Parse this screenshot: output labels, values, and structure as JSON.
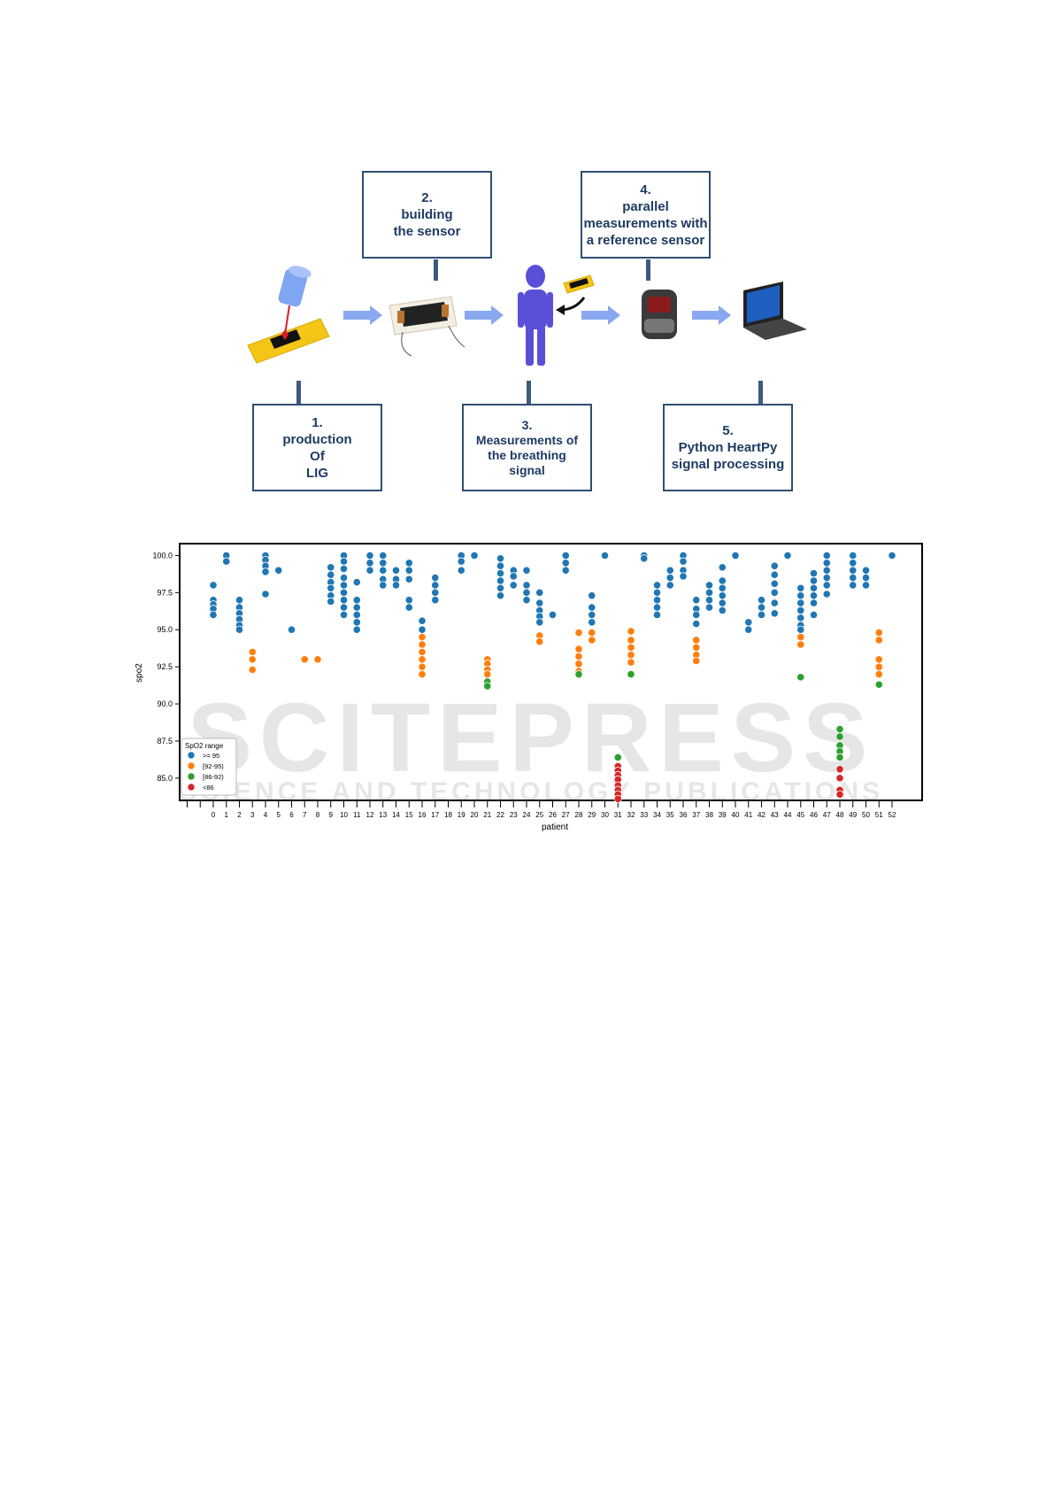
{
  "figure": {
    "steps": [
      {
        "lines": [
          "1.",
          "production",
          "Of",
          "LIG"
        ]
      },
      {
        "lines": [
          "2.",
          "building",
          "the sensor"
        ]
      },
      {
        "lines": [
          "3.",
          "Measurements of",
          "the breathing",
          "signal"
        ]
      },
      {
        "lines": [
          "4.",
          "parallel",
          "measurements with",
          "a reference sensor"
        ]
      },
      {
        "lines": [
          "5.",
          "Python HeartPy",
          "signal processing"
        ]
      }
    ]
  },
  "watermark": {
    "text": "SCITEPRESS",
    "subtext": "SCIENCE AND TECHNOLOGY PUBLICATIONS"
  },
  "chart_data": {
    "type": "scatter",
    "xlabel": "patient",
    "ylabel": "spo2",
    "ylim": [
      83.5,
      100.8
    ],
    "yticks": [
      "100.0",
      "97.5",
      "95.0",
      "92.5",
      "90.0",
      "87.5",
      "85.0"
    ],
    "ytick_values": [
      100,
      97.5,
      95,
      92.5,
      90,
      87.5,
      85
    ],
    "categories": [
      "0",
      "1",
      "2",
      "3",
      "4",
      "5",
      "6",
      "7",
      "8",
      "9",
      "10",
      "11",
      "12",
      "13",
      "14",
      "15",
      "16",
      "17",
      "18",
      "19",
      "20",
      "21",
      "22",
      "23",
      "24",
      "25",
      "26",
      "27",
      "28",
      "29",
      "30",
      "31",
      "32",
      "33",
      "34",
      "35",
      "36",
      "37",
      "38",
      "39",
      "40",
      "41",
      "42",
      "43",
      "44",
      "45",
      "46",
      "47",
      "48",
      "49",
      "50",
      "51",
      "52"
    ],
    "legend": {
      "title": "SpO2 range",
      "placement": "lower-left",
      "entries": [
        {
          "label": ">= 95",
          "color": "#1f77b4"
        },
        {
          "label": "[92-95)",
          "color": "#ff7f0e"
        },
        {
          "label": "[86-92)",
          "color": "#2ca02c"
        },
        {
          "label": "<86",
          "color": "#d62728"
        }
      ]
    },
    "series": [
      {
        "name": ">= 95",
        "color": "#1f77b4",
        "points": [
          [
            0,
            98
          ],
          [
            0,
            97
          ],
          [
            0,
            96.7
          ],
          [
            0,
            96.4
          ],
          [
            0,
            96
          ],
          [
            1,
            100
          ],
          [
            1,
            99.6
          ],
          [
            2,
            97
          ],
          [
            2,
            96.5
          ],
          [
            2,
            96.1
          ],
          [
            2,
            95.7
          ],
          [
            2,
            95.3
          ],
          [
            2,
            95
          ],
          [
            4,
            100
          ],
          [
            4,
            99.7
          ],
          [
            4,
            99.3
          ],
          [
            4,
            98.9
          ],
          [
            4,
            97.4
          ],
          [
            5,
            99
          ],
          [
            6,
            95
          ],
          [
            9,
            99.2
          ],
          [
            9,
            98.7
          ],
          [
            9,
            98.2
          ],
          [
            9,
            97.8
          ],
          [
            9,
            97.3
          ],
          [
            9,
            96.9
          ],
          [
            10,
            100
          ],
          [
            10,
            99.6
          ],
          [
            10,
            99.1
          ],
          [
            10,
            98.5
          ],
          [
            10,
            98
          ],
          [
            10,
            97.5
          ],
          [
            10,
            97
          ],
          [
            10,
            96.5
          ],
          [
            10,
            96
          ],
          [
            11,
            98.2
          ],
          [
            11,
            97
          ],
          [
            11,
            96.5
          ],
          [
            11,
            96
          ],
          [
            11,
            95.5
          ],
          [
            11,
            95
          ],
          [
            12,
            100
          ],
          [
            12,
            99.5
          ],
          [
            12,
            99
          ],
          [
            13,
            100
          ],
          [
            13,
            99.5
          ],
          [
            13,
            99
          ],
          [
            13,
            98.4
          ],
          [
            13,
            98
          ],
          [
            14,
            99
          ],
          [
            14,
            98.4
          ],
          [
            14,
            98
          ],
          [
            15,
            99.5
          ],
          [
            15,
            99
          ],
          [
            15,
            98.4
          ],
          [
            15,
            97
          ],
          [
            15,
            96.5
          ],
          [
            16,
            95.6
          ],
          [
            16,
            95
          ],
          [
            17,
            98.5
          ],
          [
            17,
            98
          ],
          [
            17,
            97.5
          ],
          [
            17,
            97
          ],
          [
            19,
            100
          ],
          [
            19,
            99.6
          ],
          [
            19,
            99
          ],
          [
            20,
            100
          ],
          [
            22,
            99.8
          ],
          [
            22,
            99.3
          ],
          [
            22,
            98.8
          ],
          [
            22,
            98.3
          ],
          [
            22,
            97.8
          ],
          [
            22,
            97.3
          ],
          [
            23,
            99
          ],
          [
            23,
            98.6
          ],
          [
            23,
            98
          ],
          [
            24,
            99
          ],
          [
            24,
            98
          ],
          [
            24,
            97.5
          ],
          [
            24,
            97
          ],
          [
            25,
            97.5
          ],
          [
            25,
            96.8
          ],
          [
            25,
            96.3
          ],
          [
            25,
            95.9
          ],
          [
            25,
            95.5
          ],
          [
            26,
            96
          ],
          [
            27,
            100
          ],
          [
            27,
            99.5
          ],
          [
            27,
            99
          ],
          [
            29,
            97.3
          ],
          [
            29,
            96.5
          ],
          [
            29,
            96
          ],
          [
            29,
            95.5
          ],
          [
            30,
            100
          ],
          [
            33,
            100
          ],
          [
            33,
            99.8
          ],
          [
            34,
            98
          ],
          [
            34,
            97.5
          ],
          [
            34,
            97
          ],
          [
            34,
            96.5
          ],
          [
            34,
            96
          ],
          [
            35,
            99
          ],
          [
            35,
            98.5
          ],
          [
            35,
            98
          ],
          [
            36,
            100
          ],
          [
            36,
            99.6
          ],
          [
            36,
            99
          ],
          [
            36,
            98.6
          ],
          [
            37,
            97
          ],
          [
            37,
            96.4
          ],
          [
            37,
            96
          ],
          [
            37,
            95.4
          ],
          [
            38,
            98
          ],
          [
            38,
            97.5
          ],
          [
            38,
            97
          ],
          [
            38,
            96.5
          ],
          [
            39,
            99.2
          ],
          [
            39,
            98.3
          ],
          [
            39,
            97.8
          ],
          [
            39,
            97.3
          ],
          [
            39,
            96.8
          ],
          [
            39,
            96.3
          ],
          [
            40,
            100
          ],
          [
            41,
            95.5
          ],
          [
            41,
            95
          ],
          [
            42,
            97
          ],
          [
            42,
            96.5
          ],
          [
            42,
            96
          ],
          [
            43,
            99.3
          ],
          [
            43,
            98.7
          ],
          [
            43,
            98.1
          ],
          [
            43,
            97.5
          ],
          [
            43,
            96.8
          ],
          [
            43,
            96.1
          ],
          [
            44,
            100
          ],
          [
            45,
            97.8
          ],
          [
            45,
            97.3
          ],
          [
            45,
            96.8
          ],
          [
            45,
            96.3
          ],
          [
            45,
            95.8
          ],
          [
            45,
            95.3
          ],
          [
            45,
            95
          ],
          [
            46,
            98.8
          ],
          [
            46,
            98.3
          ],
          [
            46,
            97.8
          ],
          [
            46,
            97.3
          ],
          [
            46,
            96.8
          ],
          [
            46,
            96
          ],
          [
            47,
            100
          ],
          [
            47,
            99.5
          ],
          [
            47,
            99
          ],
          [
            47,
            98.5
          ],
          [
            47,
            98
          ],
          [
            47,
            97.4
          ],
          [
            49,
            100
          ],
          [
            49,
            99.5
          ],
          [
            49,
            99
          ],
          [
            49,
            98.5
          ],
          [
            49,
            98
          ],
          [
            50,
            99
          ],
          [
            50,
            98.5
          ],
          [
            50,
            98
          ],
          [
            52,
            100
          ]
        ]
      },
      {
        "name": "[92-95)",
        "color": "#ff7f0e",
        "points": [
          [
            3,
            93.5
          ],
          [
            3,
            93
          ],
          [
            3,
            92.3
          ],
          [
            7,
            93
          ],
          [
            8,
            93
          ],
          [
            16,
            94.5
          ],
          [
            16,
            94
          ],
          [
            16,
            93.5
          ],
          [
            16,
            93
          ],
          [
            16,
            92.5
          ],
          [
            16,
            92
          ],
          [
            21,
            93
          ],
          [
            21,
            92.7
          ],
          [
            21,
            92.3
          ],
          [
            21,
            92
          ],
          [
            25,
            94.6
          ],
          [
            25,
            94.2
          ],
          [
            28,
            94.8
          ],
          [
            28,
            93.7
          ],
          [
            28,
            93.2
          ],
          [
            28,
            92.7
          ],
          [
            28,
            92.2
          ],
          [
            29,
            94.8
          ],
          [
            29,
            94.3
          ],
          [
            32,
            94.9
          ],
          [
            32,
            94.3
          ],
          [
            32,
            93.8
          ],
          [
            32,
            93.3
          ],
          [
            32,
            92.8
          ],
          [
            37,
            94.3
          ],
          [
            37,
            93.8
          ],
          [
            37,
            93.3
          ],
          [
            37,
            92.9
          ],
          [
            45,
            94.5
          ],
          [
            45,
            94
          ],
          [
            51,
            94.8
          ],
          [
            51,
            94.3
          ],
          [
            51,
            93
          ],
          [
            51,
            92.5
          ],
          [
            51,
            92
          ]
        ]
      },
      {
        "name": "[86-92)",
        "color": "#2ca02c",
        "points": [
          [
            21,
            91.5
          ],
          [
            21,
            91.2
          ],
          [
            28,
            92
          ],
          [
            31,
            86.4
          ],
          [
            32,
            92
          ],
          [
            45,
            91.8
          ],
          [
            48,
            88.3
          ],
          [
            48,
            87.8
          ],
          [
            48,
            87.2
          ],
          [
            48,
            86.8
          ],
          [
            48,
            86.4
          ],
          [
            51,
            91.3
          ]
        ]
      },
      {
        "name": "<86",
        "color": "#d62728",
        "points": [
          [
            31,
            85.8
          ],
          [
            31,
            85.5
          ],
          [
            31,
            85.2
          ],
          [
            31,
            84.9
          ],
          [
            31,
            84.5
          ],
          [
            31,
            84.2
          ],
          [
            31,
            83.9
          ],
          [
            31,
            83.6
          ],
          [
            48,
            85.6
          ],
          [
            48,
            85
          ],
          [
            48,
            84.2
          ],
          [
            48,
            83.9
          ]
        ]
      }
    ]
  }
}
